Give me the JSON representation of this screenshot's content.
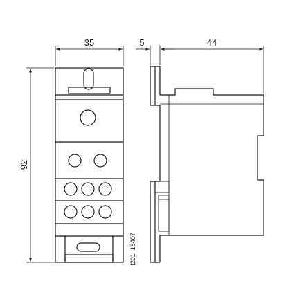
{
  "dimensions": {
    "width_front": "35",
    "gap": "5",
    "depth": "44",
    "height": "92"
  },
  "drawing_code": "I201_18407"
}
